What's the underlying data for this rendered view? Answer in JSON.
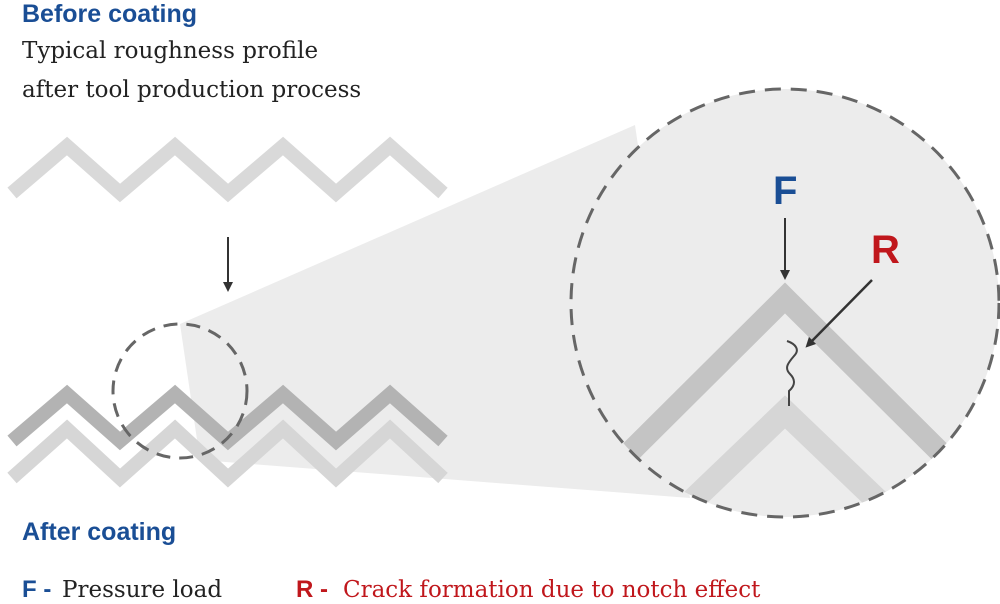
{
  "colors": {
    "blue": "#1a4e95",
    "red": "#c0171c",
    "light_grey": "#d9d9d9",
    "mid_grey": "#c4c4c4",
    "dark_grey": "#aaaaaa",
    "lens_fill": "#ececec",
    "dash_grey": "#666666",
    "arrow": "#333333"
  },
  "before": {
    "title": "Before coating",
    "desc_line1": "Typical roughness profile",
    "desc_line2": "after tool production process"
  },
  "after": {
    "title": "After coating"
  },
  "magnifier": {
    "force_letter": "F",
    "crack_letter": "R"
  },
  "legend": {
    "f_key": "F -",
    "f_text": "Pressure load",
    "r_key": "R -",
    "r_text": "Crack formation due to notch effect"
  }
}
